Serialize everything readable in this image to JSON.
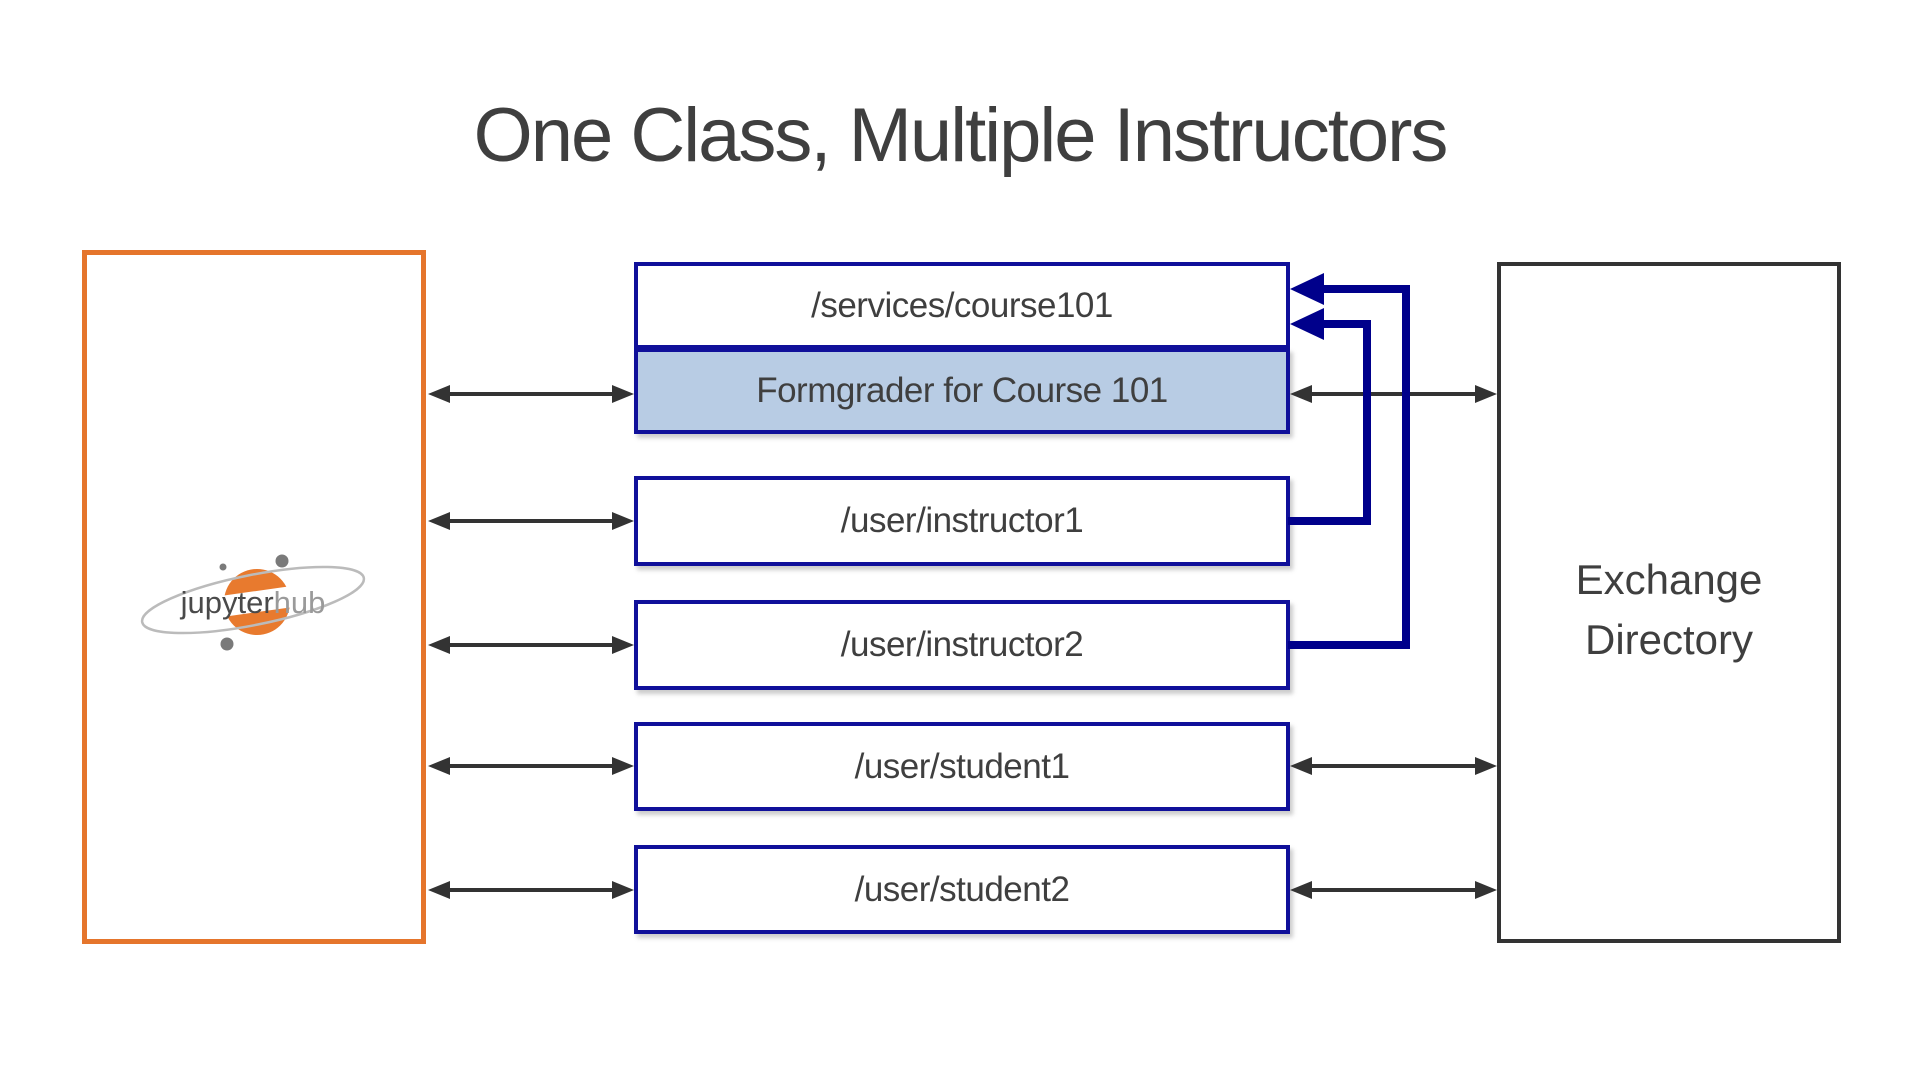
{
  "title": "One Class, Multiple Instructors",
  "colors": {
    "navy-border": "#10109A",
    "navy-arrow": "#00008B",
    "orange": "#E5752C",
    "formgrader-fill": "#B8CCE4",
    "dark-gray": "#333333",
    "text-gray": "#3F3F3F",
    "logo-orange": "#E87A2E"
  },
  "logo": {
    "jupyter": "jupyter",
    "hub": "hub"
  },
  "nodes": {
    "services": "/services/course101",
    "formgrader": "Formgrader for Course 101",
    "instructor1": "/user/instructor1",
    "instructor2": "/user/instructor2",
    "student1": "/user/student1",
    "student2": "/user/student2"
  },
  "exchange": {
    "line1": "Exchange",
    "line2": "Directory"
  },
  "icons": {
    "logo": "jupyterhub-logo",
    "arrows": "double-headed-arrow"
  }
}
